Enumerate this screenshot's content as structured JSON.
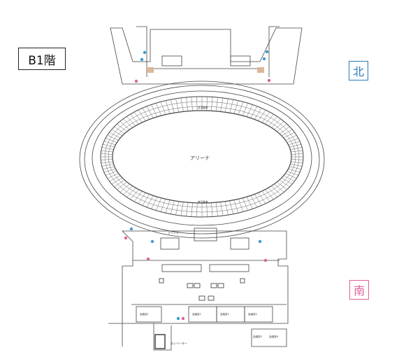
{
  "floor": {
    "label": "B1階"
  },
  "directions": {
    "north": {
      "label": "北",
      "color": "#2a7ab8"
    },
    "south": {
      "label": "南",
      "color": "#e0609a"
    }
  },
  "arena": {
    "label": "アリーナ"
  },
  "small_labels": {
    "north_seat_row": "北1階席",
    "south_seat_row": "南1階席",
    "lounge": "ラウンジ",
    "elevator": "エレベーター",
    "room_1": "会議室1",
    "room_2": "会議室2",
    "room_3": "会議室3",
    "room_4": "会議室4",
    "room_5": "会議室5",
    "room_6": "会議室6"
  },
  "icons": {
    "restroom_male_color": "#3a9bd5",
    "restroom_female_color": "#e0609a",
    "stair_color": "#d9b89a"
  }
}
